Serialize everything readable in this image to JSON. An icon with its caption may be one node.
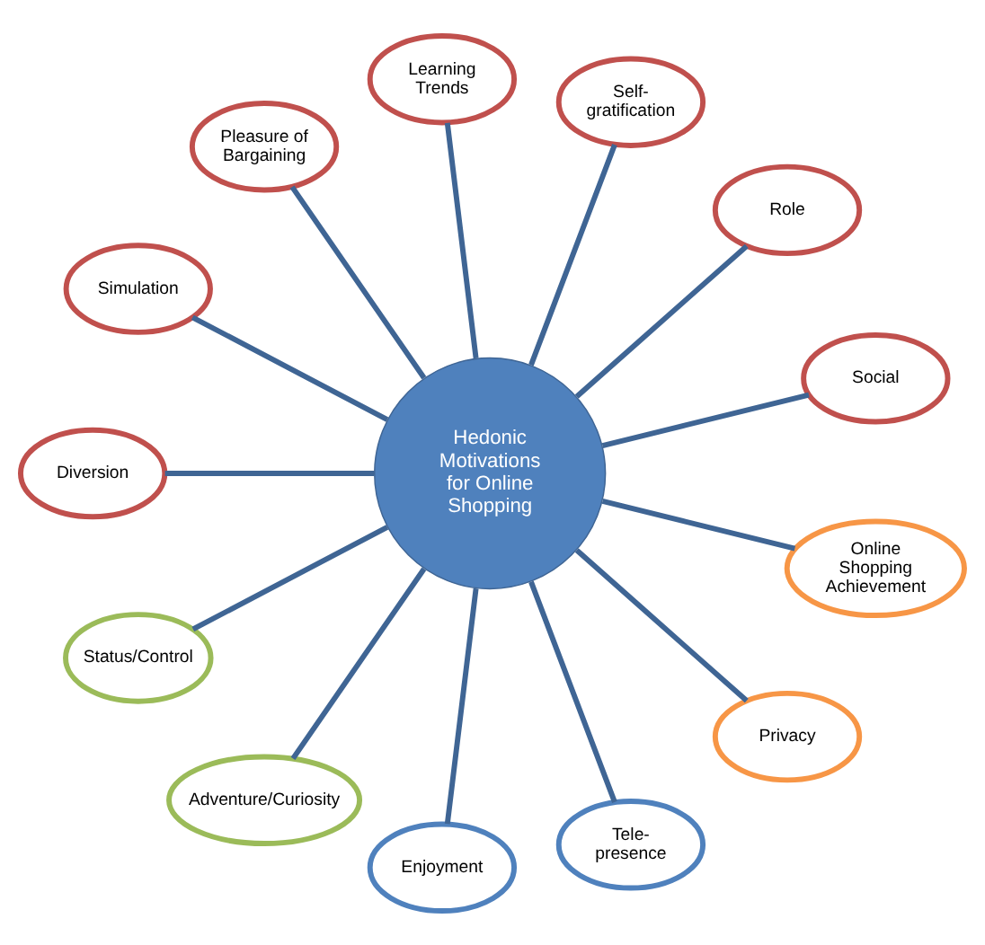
{
  "diagram": {
    "nodes": [
      {
        "text": [
          "Hedonic Motivations for Online Shopping"
        ]
      },
      {
        "text": [
          "Social"
        ]
      },
      {
        "text": [
          "Role"
        ]
      },
      {
        "text": [
          "Self-gratification"
        ]
      },
      {
        "text": [
          "Learning Trends"
        ]
      },
      {
        "text": [
          "Pleasure of Bargaining"
        ]
      },
      {
        "text": [
          "Simulation"
        ]
      },
      {
        "text": [
          "Diversion"
        ]
      },
      {
        "text": [
          "Status/Control"
        ]
      },
      {
        "text": [
          "Adventure/Curiosity"
        ]
      },
      {
        "text": [
          "Enjoyment"
        ]
      },
      {
        "text": [
          "Tele-presence"
        ]
      },
      {
        "text": [
          "Privacy"
        ]
      },
      {
        "text": [
          "Online Shopping Achievement"
        ]
      }
    ],
    "edges": [
      {
        "from": 0,
        "to": 1,
        "arrow": "none"
      },
      {
        "from": 0,
        "to": 2,
        "arrow": "none"
      },
      {
        "from": 0,
        "to": 3,
        "arrow": "none"
      },
      {
        "from": 0,
        "to": 4,
        "arrow": "none"
      },
      {
        "from": 0,
        "to": 5,
        "arrow": "none"
      },
      {
        "from": 0,
        "to": 6,
        "arrow": "none"
      },
      {
        "from": 0,
        "to": 7,
        "arrow": "none"
      },
      {
        "from": 0,
        "to": 8,
        "arrow": "none"
      },
      {
        "from": 0,
        "to": 9,
        "arrow": "none"
      },
      {
        "from": 0,
        "to": 10,
        "arrow": "none"
      },
      {
        "from": 0,
        "to": 11,
        "arrow": "none"
      },
      {
        "from": 0,
        "to": 12,
        "arrow": "none"
      },
      {
        "from": 0,
        "to": 13,
        "arrow": "none"
      }
    ]
  }
}
